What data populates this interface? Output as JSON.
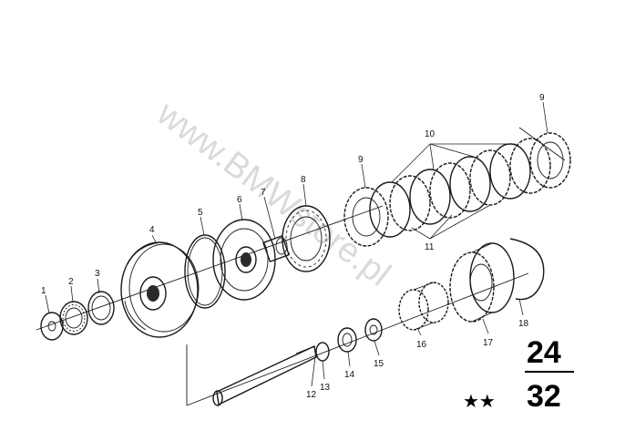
{
  "watermark": "www.BMWstore.pl",
  "group_code": {
    "top": "24",
    "bottom": "32"
  },
  "stars": "★★",
  "callouts": [
    "1",
    "2",
    "3",
    "4",
    "5",
    "6",
    "7",
    "8",
    "9",
    "9",
    "10",
    "11",
    "12",
    "13",
    "14",
    "15",
    "16",
    "17",
    "18"
  ]
}
